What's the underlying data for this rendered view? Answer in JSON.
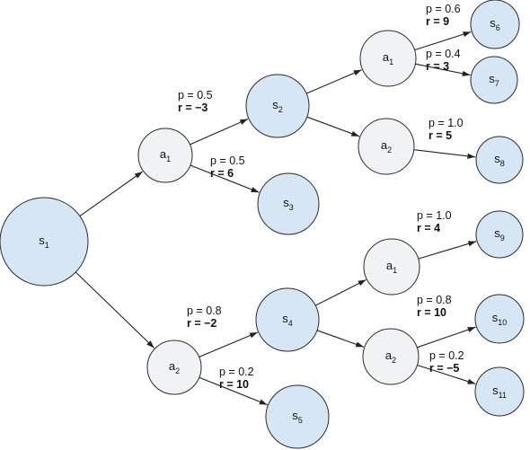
{
  "nodes": [
    {
      "id": "s1",
      "type": "state",
      "base": "s",
      "sub": "1"
    },
    {
      "id": "a1",
      "type": "action",
      "base": "a",
      "sub": "1"
    },
    {
      "id": "a2",
      "type": "action",
      "base": "a",
      "sub": "2"
    },
    {
      "id": "s2",
      "type": "state",
      "base": "s",
      "sub": "2"
    },
    {
      "id": "s3",
      "type": "state",
      "base": "s",
      "sub": "3"
    },
    {
      "id": "s4",
      "type": "state",
      "base": "s",
      "sub": "4"
    },
    {
      "id": "s5",
      "type": "state",
      "base": "s",
      "sub": "5"
    },
    {
      "id": "a1b",
      "type": "action",
      "base": "a",
      "sub": "1"
    },
    {
      "id": "a2b",
      "type": "action",
      "base": "a",
      "sub": "2"
    },
    {
      "id": "a1c",
      "type": "action",
      "base": "a",
      "sub": "1"
    },
    {
      "id": "a2c",
      "type": "action",
      "base": "a",
      "sub": "2"
    },
    {
      "id": "s6",
      "type": "state",
      "base": "s",
      "sub": "6"
    },
    {
      "id": "s7",
      "type": "state",
      "base": "s",
      "sub": "7"
    },
    {
      "id": "s8",
      "type": "state",
      "base": "s",
      "sub": "8"
    },
    {
      "id": "s9",
      "type": "state",
      "base": "s",
      "sub": "9"
    },
    {
      "id": "s10",
      "type": "state",
      "base": "s",
      "sub": "10"
    },
    {
      "id": "s11",
      "type": "state",
      "base": "s",
      "sub": "11"
    }
  ],
  "edges": [
    {
      "from": "s1",
      "to": "a1"
    },
    {
      "from": "s1",
      "to": "a2"
    },
    {
      "from": "a1",
      "to": "s2",
      "p": "p = 0.5",
      "r": "r = −3"
    },
    {
      "from": "a1",
      "to": "s3",
      "p": "p = 0.5",
      "r": "r = 6"
    },
    {
      "from": "a2",
      "to": "s4",
      "p": "p = 0.8",
      "r": "r = −2"
    },
    {
      "from": "a2",
      "to": "s5",
      "p": "p = 0.2",
      "r": "r = 10"
    },
    {
      "from": "s2",
      "to": "a1b"
    },
    {
      "from": "s2",
      "to": "a2b"
    },
    {
      "from": "s4",
      "to": "a1c"
    },
    {
      "from": "s4",
      "to": "a2c"
    },
    {
      "from": "a1b",
      "to": "s6",
      "p": "p = 0.6",
      "r": "r = 9"
    },
    {
      "from": "a1b",
      "to": "s7",
      "p": "p = 0.4",
      "r": "r = 3"
    },
    {
      "from": "a2b",
      "to": "s8",
      "p": "p = 1.0",
      "r": "r = 5"
    },
    {
      "from": "a1c",
      "to": "s9",
      "p": "p = 1.0",
      "r": "r = 4"
    },
    {
      "from": "a2c",
      "to": "s10",
      "p": "p = 0.8",
      "r": "r = 10"
    },
    {
      "from": "a2c",
      "to": "s11",
      "p": "p = 0.2",
      "r": "r = −5"
    }
  ],
  "colors": {
    "state_fill": "#d7e6f4",
    "action_fill": "#f1f2f4",
    "stroke": "#2b2b2b"
  }
}
